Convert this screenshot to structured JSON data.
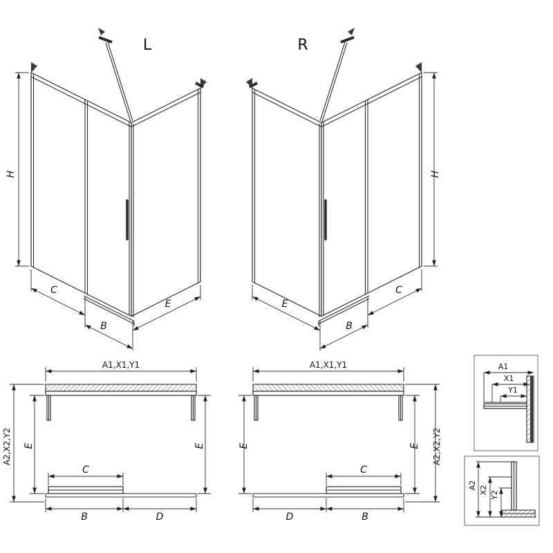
{
  "drawing": {
    "line_color": "#2a2a2a",
    "background": "#ffffff"
  },
  "iso_left": {
    "title": "L",
    "height": "H",
    "fixed_width": "C",
    "door_width": "B",
    "side_width": "E"
  },
  "iso_right": {
    "title": "R",
    "height": "H",
    "fixed_width": "C",
    "door_width": "B",
    "side_width": "E"
  },
  "plan_left": {
    "width_dim": "A1,X1,Y1",
    "depth_dim": "A2,X2,Y2",
    "depth_left": "E",
    "depth_right": "E",
    "door_travel": "C",
    "door_width": "B",
    "fixed_width": "D"
  },
  "plan_right": {
    "width_dim": "A1,X1,Y1",
    "depth_dim": "A2,X2,Y2",
    "depth_left": "E",
    "depth_right": "E",
    "door_travel": "C",
    "door_width": "B",
    "fixed_width": "D"
  },
  "detail_top": {
    "a1": "A1",
    "x1": "X1",
    "y1": "Y1"
  },
  "detail_bottom": {
    "a2": "A2",
    "x2": "X2",
    "y2": "Y2"
  }
}
